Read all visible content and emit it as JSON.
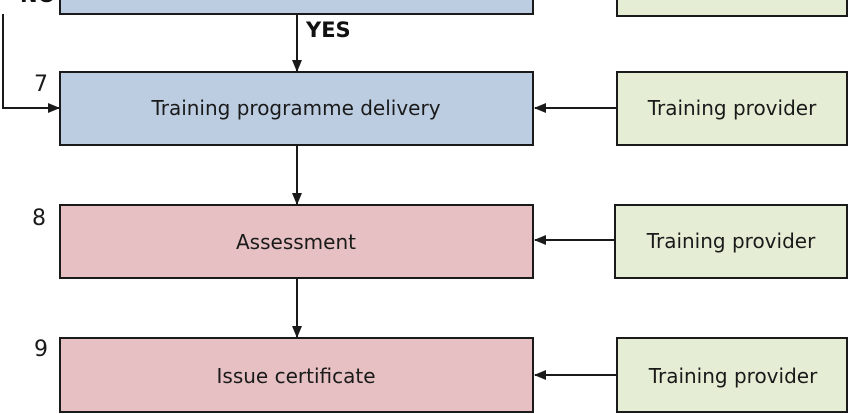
{
  "colors": {
    "blue_fill": "#bccde1",
    "pink_fill": "#e6c0c2",
    "green_fill": "#e5eed5",
    "stroke": "#1a1a1a"
  },
  "partial_top": {
    "no_label": "NO",
    "yes_label": "YES"
  },
  "steps": [
    {
      "number": "7",
      "label": "Training programme delivery",
      "provider": "Training provider"
    },
    {
      "number": "8",
      "label": "Assessment",
      "provider": "Training provider"
    },
    {
      "number": "9",
      "label": "Issue certificate",
      "provider": "Training provider"
    }
  ]
}
